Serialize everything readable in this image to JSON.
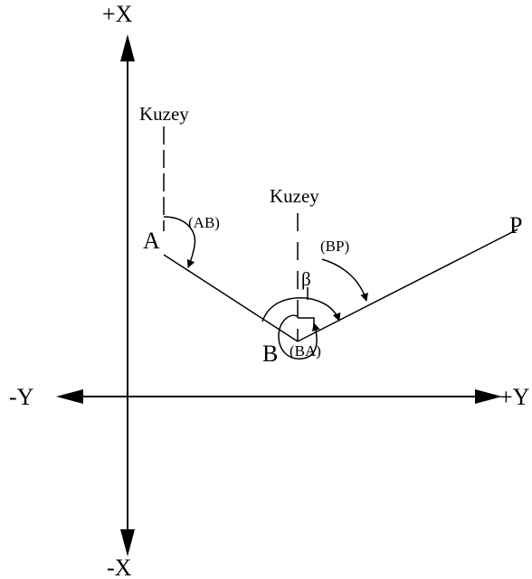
{
  "axes": {
    "x_positive": "+X",
    "x_negative": "-X",
    "y_positive": "+Y",
    "y_negative": "-Y"
  },
  "points": {
    "a": "A",
    "b": "B",
    "p": "P"
  },
  "north_labels": {
    "at_a": "Kuzey",
    "at_b": "Kuzey"
  },
  "angles": {
    "ab": "(AB)",
    "bp": "(BP)",
    "ba": "(BA)",
    "beta": "β"
  },
  "colors": {
    "stroke": "#000000",
    "background": "#ffffff"
  }
}
